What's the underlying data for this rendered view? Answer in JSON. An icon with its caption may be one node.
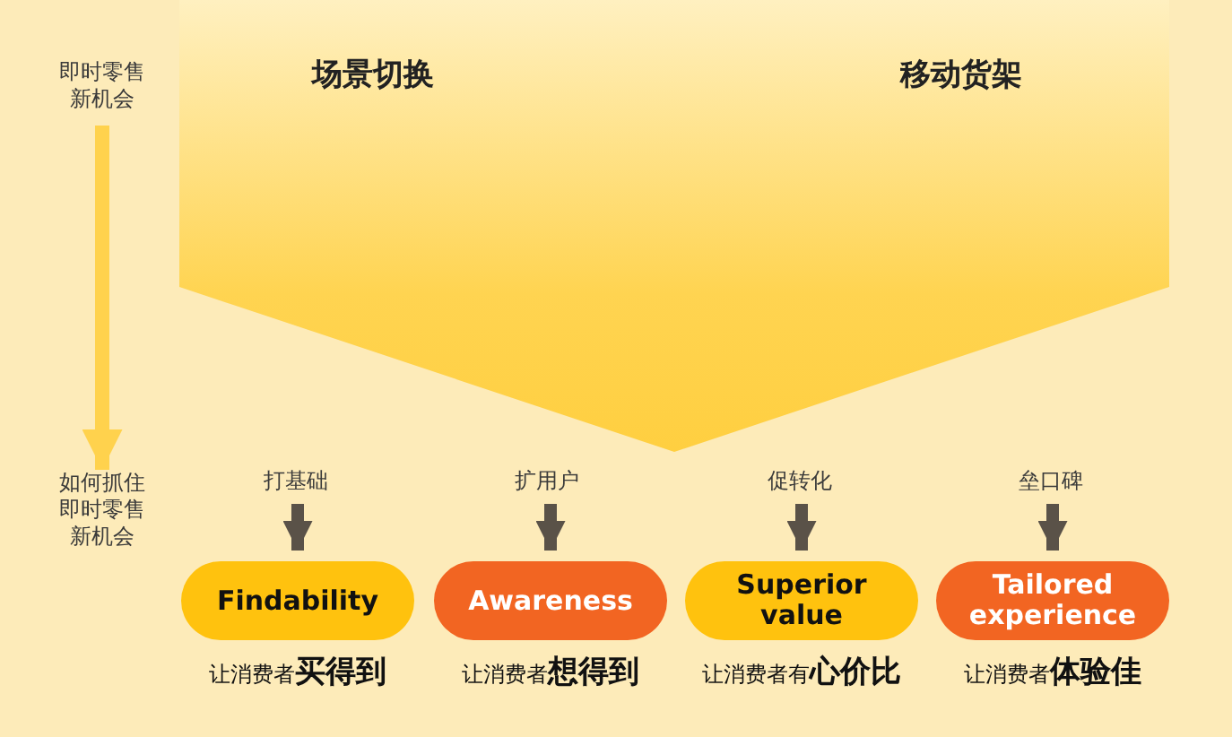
{
  "diagram": {
    "nodes": [
      {
        "text": [
          "场景切换",
          "移动货架"
        ]
      },
      {
        "text": [
          "即时零售新机会"
        ]
      },
      {
        "text": [
          "如何抓住即时零售新机会"
        ]
      },
      {
        "text": [
          "打基础"
        ]
      },
      {
        "text": [
          "扩用户"
        ]
      },
      {
        "text": [
          "促转化"
        ]
      },
      {
        "text": [
          "垒口碑"
        ]
      },
      {
        "text": [
          "Findability"
        ],
        "beside": [
          "让消费者**买得到**"
        ]
      },
      {
        "text": [
          "Awareness"
        ],
        "beside": [
          "让消费者**想得到**"
        ]
      },
      {
        "text": [
          "Superior value"
        ],
        "beside": [
          "让消费者有**心价比**"
        ]
      },
      {
        "text": [
          "Tailored experience"
        ],
        "beside": [
          "让消费者**体验佳**"
        ]
      }
    ],
    "edges": [
      {
        "from": 1,
        "to": 2,
        "arrow": "to",
        "color": "#ffd24d"
      },
      {
        "from": 3,
        "to": 7,
        "arrow": "to"
      },
      {
        "from": 4,
        "to": 8,
        "arrow": "to"
      },
      {
        "from": 5,
        "to": 9,
        "arrow": "to"
      },
      {
        "from": 6,
        "to": 10,
        "arrow": "to"
      }
    ]
  }
}
